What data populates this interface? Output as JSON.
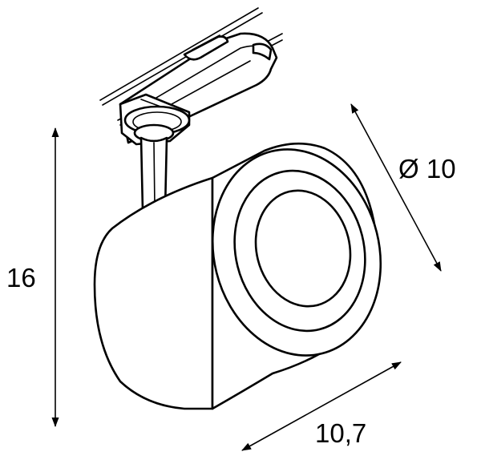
{
  "dimensions": {
    "height_label": "16",
    "diameter_label": "Ø 10",
    "depth_label": "10,7"
  },
  "colors": {
    "line": "#000000",
    "background": "#ffffff"
  }
}
